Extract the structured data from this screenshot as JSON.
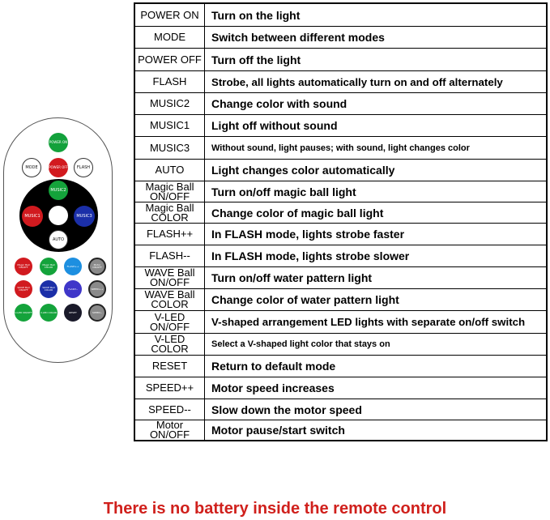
{
  "remote": {
    "power_on": "POWER ON",
    "mode": "MODE",
    "power_off": "POWER OFF",
    "flash": "FLASH",
    "music2": "MUSIC2",
    "music1": "MUSIC1",
    "music3": "MUSIC3",
    "auto": "AUTO",
    "small_buttons": [
      {
        "label": "Magic Ball ON/OFF",
        "color": "#d11a1f"
      },
      {
        "label": "Magic Ball COLOR",
        "color": "#14a33b"
      },
      {
        "label": "FLASH++",
        "color": "#1d8fe0"
      },
      {
        "label": "Motor ON/OFF",
        "color": "#8a8a8a"
      },
      {
        "label": "WAVE Ball ON/OFF",
        "color": "#d11a1f"
      },
      {
        "label": "WAVE Ball COLOR",
        "color": "#1b2fa8"
      },
      {
        "label": "FLASH--",
        "color": "#3f36c9"
      },
      {
        "label": "SPEED++",
        "color": "#8a8a8a"
      },
      {
        "label": "V-LED ON/OFF",
        "color": "#14a33b"
      },
      {
        "label": "V-LED COLOR",
        "color": "#14a33b"
      },
      {
        "label": "RESET",
        "color": "#1a1a2a"
      },
      {
        "label": "SPEED--",
        "color": "#8a8a8a"
      }
    ]
  },
  "table": {
    "rows": [
      {
        "key": "POWER ON",
        "desc": "Turn on the light"
      },
      {
        "key": "MODE",
        "desc": "Switch between different modes"
      },
      {
        "key": "POWER OFF",
        "desc": "Turn off the light"
      },
      {
        "key": "FLASH",
        "desc": "Strobe, all lights automatically turn on and off alternately"
      },
      {
        "key": "MUSIC2",
        "desc": "Change color with sound"
      },
      {
        "key": "MUSIC1",
        "desc": "Light off without sound"
      },
      {
        "key": "MUSIC3",
        "desc": "Without sound, light pauses; with sound, light changes color"
      },
      {
        "key": "AUTO",
        "desc": "Light changes color automatically"
      },
      {
        "key": "Magic Ball ON/OFF",
        "desc": "Turn on/off magic ball light"
      },
      {
        "key": "Magic Ball COLOR",
        "desc": "Change color of magic ball light"
      },
      {
        "key": "FLASH++",
        "desc": "In FLASH mode, lights strobe faster"
      },
      {
        "key": "FLASH--",
        "desc": "In FLASH mode, lights strobe slower"
      },
      {
        "key": "WAVE Ball ON/OFF",
        "desc": "Turn on/off water pattern light"
      },
      {
        "key": "WAVE Ball COLOR",
        "desc": "Change color of water pattern light"
      },
      {
        "key": "V-LED ON/OFF",
        "desc": "V-shaped arrangement LED lights with separate on/off switch"
      },
      {
        "key": "V-LED COLOR",
        "desc": "Select a V-shaped light color that stays on"
      },
      {
        "key": "RESET",
        "desc": "Return to default mode"
      },
      {
        "key": "SPEED++",
        "desc": "Motor speed increases"
      },
      {
        "key": "SPEED--",
        "desc": "Slow down the motor speed"
      },
      {
        "key": "Motor ON/OFF",
        "desc": "Motor pause/start switch"
      }
    ]
  },
  "notice": "There is no battery inside the remote control"
}
